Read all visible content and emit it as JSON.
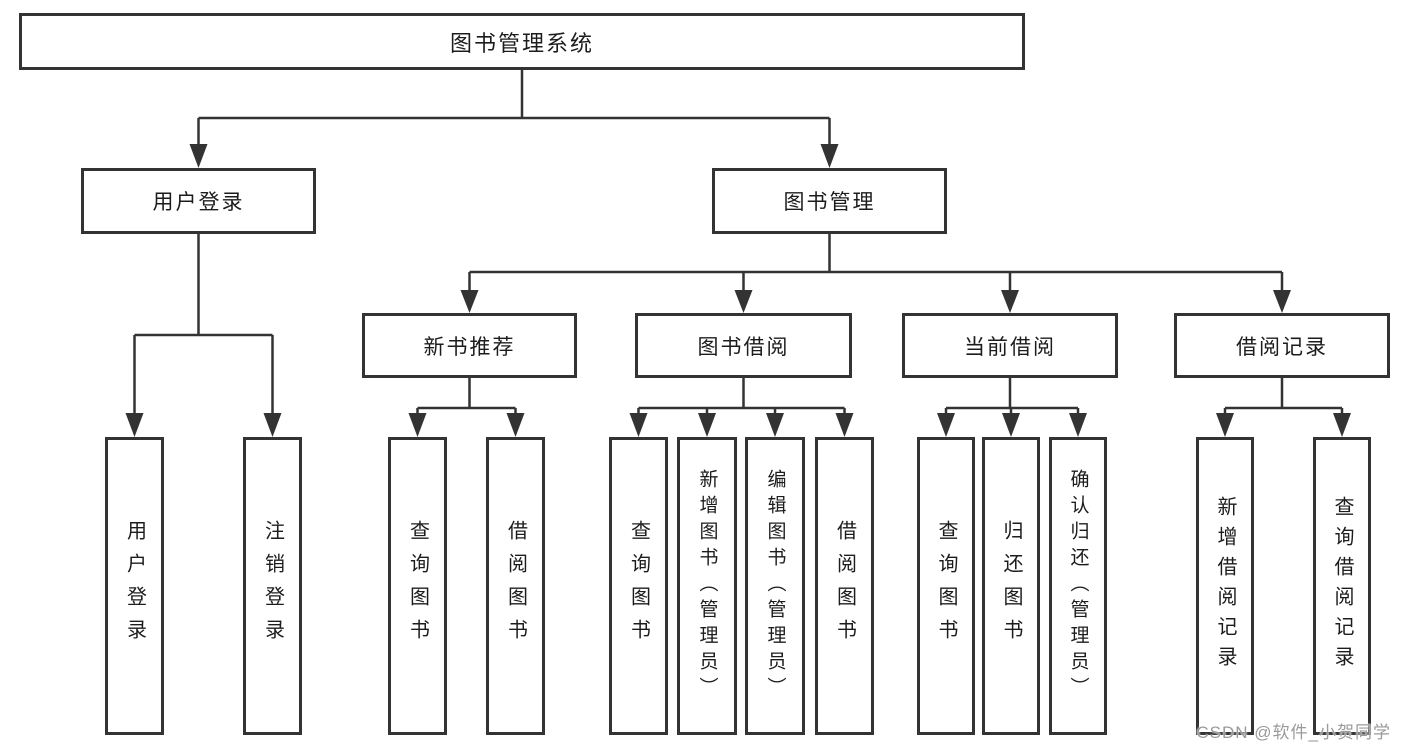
{
  "nodes": {
    "root": "图书管理系统",
    "user_login": "用户登录",
    "book_management": "图书管理",
    "new_book_recommend": "新书推荐",
    "book_borrow": "图书借阅",
    "current_borrow": "当前借阅",
    "borrow_record": "借阅记录",
    "leaf_user_login": "用户登录",
    "leaf_logout": "注销登录",
    "leaf_nbr_query_books": "查询图书",
    "leaf_nbr_borrow_books": "借阅图书",
    "leaf_bb_query_books": "查询图书",
    "leaf_bb_add_books": "新增图书（管理员）",
    "leaf_bb_edit_books": "编辑图书（管理员）",
    "leaf_bb_borrow_books": "借阅图书",
    "leaf_cb_query_books": "查询图书",
    "leaf_cb_return_books": "归还图书",
    "leaf_cb_confirm_return": "确认归还（管理员）",
    "leaf_br_add_record": "新增借阅记录",
    "leaf_br_query_record": "查询借阅记录"
  },
  "watermark": "CSDN @软件_小贺同学",
  "colors": {
    "line": "#333333",
    "text": "#1c1c1c",
    "background": "#ffffff",
    "watermark": "#9a9a9a"
  }
}
